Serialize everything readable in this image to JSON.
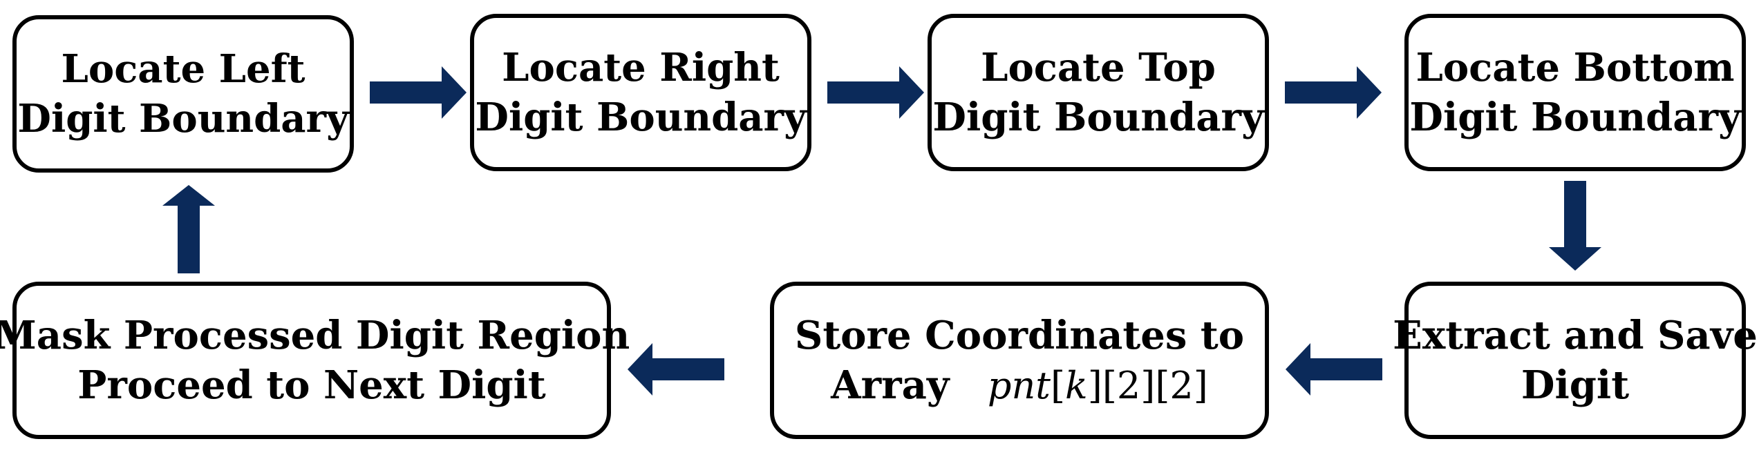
{
  "colors": {
    "arrow": "#0b2a5a",
    "box_border": "#000000",
    "text": "#000000"
  },
  "boxes": {
    "left": {
      "line1": "Locate Left",
      "line2": "Digit Boundary"
    },
    "right": {
      "line1": "Locate Right",
      "line2": "Digit Boundary"
    },
    "top": {
      "line1": "Locate Top",
      "line2": "Digit Boundary"
    },
    "bottom": {
      "line1": "Locate Bottom",
      "line2": "Digit Boundary"
    },
    "extract": {
      "line1": "Extract and Save",
      "line2": "Digit"
    },
    "store": {
      "line1": "Store Coordinates to",
      "line2": "Array",
      "math_var1": "pnt",
      "math_open": "[",
      "math_var2": "k",
      "math_rest": "][2][2]"
    },
    "mask": {
      "line1": "Mask Processed Digit Region",
      "line2": "Proceed to Next Digit"
    }
  },
  "arrows": [
    {
      "id": "left-to-right",
      "direction": "right"
    },
    {
      "id": "right-to-top",
      "direction": "right"
    },
    {
      "id": "top-to-bottom",
      "direction": "right"
    },
    {
      "id": "bottom-to-extract",
      "direction": "down"
    },
    {
      "id": "extract-to-store",
      "direction": "left"
    },
    {
      "id": "store-to-mask",
      "direction": "left"
    },
    {
      "id": "mask-to-left",
      "direction": "up"
    }
  ]
}
